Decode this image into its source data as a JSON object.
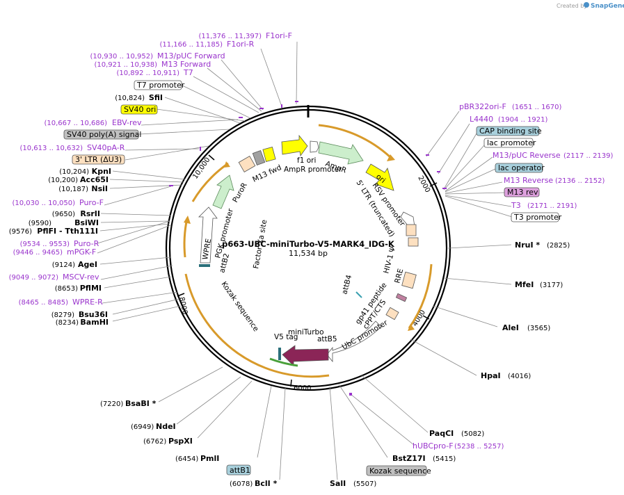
{
  "credit": {
    "prefix": "Created by",
    "brand": "SnapGene"
  },
  "plasmid": {
    "name": "p663-UBC-miniTurbo-V5-MARK4_IDG-K",
    "size": "11,534 bp",
    "length": 11534
  },
  "ticks": [
    "2000",
    "4000",
    "6000",
    "8000",
    "10,000"
  ],
  "labels": {
    "right_enzymes": [
      {
        "name": "NruI *",
        "pos": "(2825)"
      },
      {
        "name": "MfeI",
        "pos": "(3177)"
      },
      {
        "name": "AleI",
        "pos": "(3565)"
      },
      {
        "name": "HpaI",
        "pos": "(4016)"
      },
      {
        "name": "PaqCI",
        "pos": "(5082)"
      },
      {
        "name": "BstZ17I",
        "pos": "(5415)"
      }
    ],
    "bottom_enzymes": [
      {
        "name": "SalI",
        "pos": "(5507)"
      },
      {
        "name": "BclI *",
        "pos": "(6078)"
      },
      {
        "name": "PmlI",
        "pos": "(6454)"
      },
      {
        "name": "PspXI",
        "pos": "(6762)"
      },
      {
        "name": "NdeI",
        "pos": "(6949)"
      },
      {
        "name": "BsaBI *",
        "pos": "(7220)"
      }
    ],
    "left_enzymes": [
      {
        "name": "BamHI",
        "pos": "(8234)"
      },
      {
        "name": "Bsu36I",
        "pos": "(8279)"
      },
      {
        "name": "PflMI",
        "pos": "(8653)"
      },
      {
        "name": "AgeI",
        "pos": "(9124)"
      },
      {
        "name": "PflFI - Tth111I",
        "pos": "(9576)"
      },
      {
        "name": "BsiWI",
        "pos": "(9590)"
      },
      {
        "name": "RsrII",
        "pos": "(9650)"
      },
      {
        "name": "NsiI",
        "pos": "(10,187)"
      },
      {
        "name": "Acc65I",
        "pos": "(10,200)"
      },
      {
        "name": "KpnI",
        "pos": "(10,204)"
      },
      {
        "name": "SfiI",
        "pos": "(10,824)"
      }
    ],
    "primers": [
      {
        "name": "F1ori-F",
        "pos": "(11,376 .. 11,397)"
      },
      {
        "name": "F1ori-R",
        "pos": "(11,166 .. 11,185)"
      },
      {
        "name": "M13/pUC Forward",
        "pos": "(10,930 .. 10,952)"
      },
      {
        "name": "M13 Forward",
        "pos": "(10,921 .. 10,938)"
      },
      {
        "name": "T7",
        "pos": "(10,892 .. 10,911)"
      },
      {
        "name": "EBV-rev",
        "pos": "(10,667 .. 10,686)"
      },
      {
        "name": "SV40pA-R",
        "pos": "(10,613 .. 10,632)"
      },
      {
        "name": "Puro-F",
        "pos": "(10,030 .. 10,050)"
      },
      {
        "name": "Puro-R",
        "pos": "(9534 .. 9553)"
      },
      {
        "name": "mPGK-F",
        "pos": "(9446 .. 9465)"
      },
      {
        "name": "MSCV-rev",
        "pos": "(9049 .. 9072)"
      },
      {
        "name": "WPRE-R",
        "pos": "(8465 .. 8485)"
      },
      {
        "name": "pBR322ori-F",
        "pos": "(1651 .. 1670)"
      },
      {
        "name": "L4440",
        "pos": "(1904 .. 1921)"
      },
      {
        "name": "M13/pUC Reverse",
        "pos": "(2117 .. 2139)"
      },
      {
        "name": "M13 Reverse",
        "pos": "(2136 .. 2152)"
      },
      {
        "name": "T3",
        "pos": "(2171 .. 2191)"
      },
      {
        "name": "hUBCpro-F",
        "pos": "(5238 .. 5257)"
      }
    ],
    "boxed": [
      {
        "name": "T7 promoter"
      },
      {
        "name": "SV40 ori"
      },
      {
        "name": "SV40 poly(A) signal"
      },
      {
        "name": "3' LTR (ΔU3)"
      },
      {
        "name": "CAP binding site"
      },
      {
        "name": "lac promoter"
      },
      {
        "name": "lac operator"
      },
      {
        "name": "M13 rev"
      },
      {
        "name": "T3 promoter"
      },
      {
        "name": "attB1"
      },
      {
        "name": "Kozak sequence"
      }
    ]
  },
  "inner_features": {
    "f1_ori": "f1 ori",
    "ampr_promoter": "AmpR promoter",
    "ampr": "AmpR",
    "ori": "ori",
    "rsv_promoter": "RSV promoter",
    "ltr5": "5' LTR (truncated)",
    "hiv_psi": "HIV-1 Ψ",
    "rre": "RRE",
    "gp41": "gp41 peptide",
    "cppt": "cPPT/CTS",
    "ubc_promoter": "UbC promoter",
    "attb5": "attB5",
    "miniturbo": "miniTurbo",
    "v5_tag": "V5 tag",
    "attb4": "attB4",
    "kozak": "Kozak sequence",
    "attb2": "attB2",
    "factor_xa": "Factor Xa site",
    "wpre": "WPRE",
    "pgk": "PGK promoter",
    "puror": "PuroR",
    "m13fwd": "M13 fwd"
  },
  "colors": {
    "backbone": "#000000",
    "orf_fill": "#cceecc",
    "orf_stroke": "#5a8a5a",
    "ori_yellow": "#ffff00",
    "ltr_peach": "#fde0c0",
    "primer_purple": "#9933cc",
    "teal_box": "#a8d0dc",
    "gray_box": "#c0c0c0",
    "pink_box": "#dda0dd",
    "miniturbo": "#8b2557",
    "orange_arc": "#d89a2a"
  }
}
